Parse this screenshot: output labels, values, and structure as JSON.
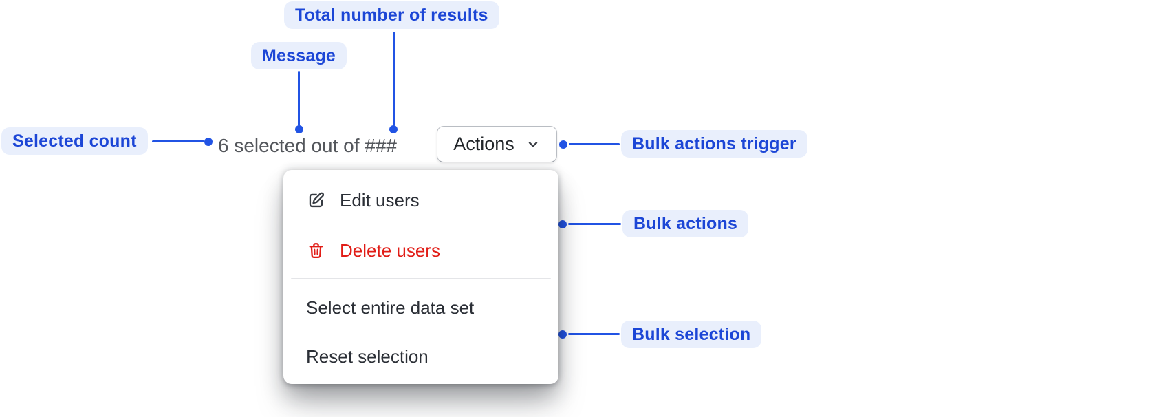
{
  "figure": {
    "background": "#ffffff",
    "message": "6 selected out of ###",
    "actions_button_label": "Actions"
  },
  "annotations": {
    "selected_count": "Selected count",
    "message": "Message",
    "total_results": "Total number of results",
    "bulk_actions_trigger": "Bulk actions trigger",
    "bulk_actions": "Bulk actions",
    "bulk_selection": "Bulk selection"
  },
  "menu": {
    "items": [
      {
        "label": "Edit users",
        "icon": "edit-icon",
        "tone": "default"
      },
      {
        "label": "Delete users",
        "icon": "delete-icon",
        "tone": "critical"
      },
      {
        "label": "Select entire data set",
        "icon": null,
        "tone": "default"
      },
      {
        "label": "Reset selection",
        "icon": null,
        "tone": "default"
      }
    ]
  },
  "colors": {
    "annotation_text": "#1c46d6",
    "annotation_bg": "#e9effc",
    "connector": "#2153e4",
    "message_text": "#54575c",
    "menu_text": "#2b2f36",
    "critical": "#e11d17",
    "icon_dark": "#363b42",
    "button_border": "#b9bdc3",
    "divider": "#e4e5e8"
  }
}
